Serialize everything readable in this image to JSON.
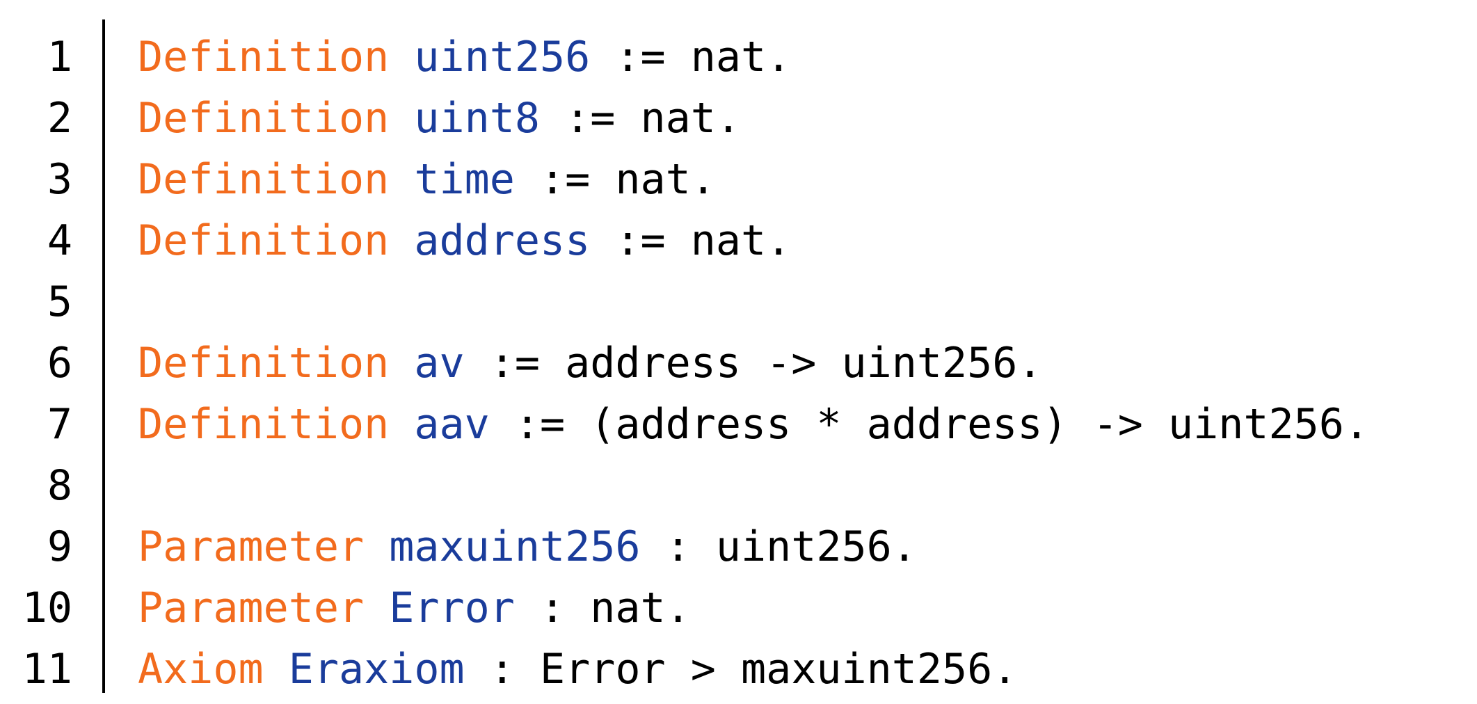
{
  "code": {
    "lines": [
      {
        "number": "1",
        "keyword": "Definition",
        "sep": " ",
        "identifier": "uint256",
        "rest": " := nat."
      },
      {
        "number": "2",
        "keyword": "Definition",
        "sep": " ",
        "identifier": "uint8",
        "rest": " := nat."
      },
      {
        "number": "3",
        "keyword": "Definition",
        "sep": " ",
        "identifier": "time",
        "rest": " := nat."
      },
      {
        "number": "4",
        "keyword": "Definition",
        "sep": " ",
        "identifier": "address",
        "rest": " := nat."
      },
      {
        "number": "5",
        "keyword": "",
        "sep": "",
        "identifier": "",
        "rest": ""
      },
      {
        "number": "6",
        "keyword": "Definition",
        "sep": " ",
        "identifier": "av",
        "rest": " := address -> uint256."
      },
      {
        "number": "7",
        "keyword": "Definition",
        "sep": " ",
        "identifier": "aav",
        "rest": " := (address * address) -> uint256."
      },
      {
        "number": "8",
        "keyword": "",
        "sep": "",
        "identifier": "",
        "rest": ""
      },
      {
        "number": "9",
        "keyword": "Parameter",
        "sep": " ",
        "identifier": "maxuint256",
        "rest": " : uint256."
      },
      {
        "number": "10",
        "keyword": "Parameter",
        "sep": " ",
        "identifier": "Error",
        "rest": " : nat."
      },
      {
        "number": "11",
        "keyword": "Axiom",
        "sep": " ",
        "identifier": "Eraxiom",
        "rest": " : Error > maxuint256."
      }
    ]
  },
  "colors": {
    "keyword": "#f26b1d",
    "identifier": "#1a3c9b",
    "text": "#000000"
  }
}
